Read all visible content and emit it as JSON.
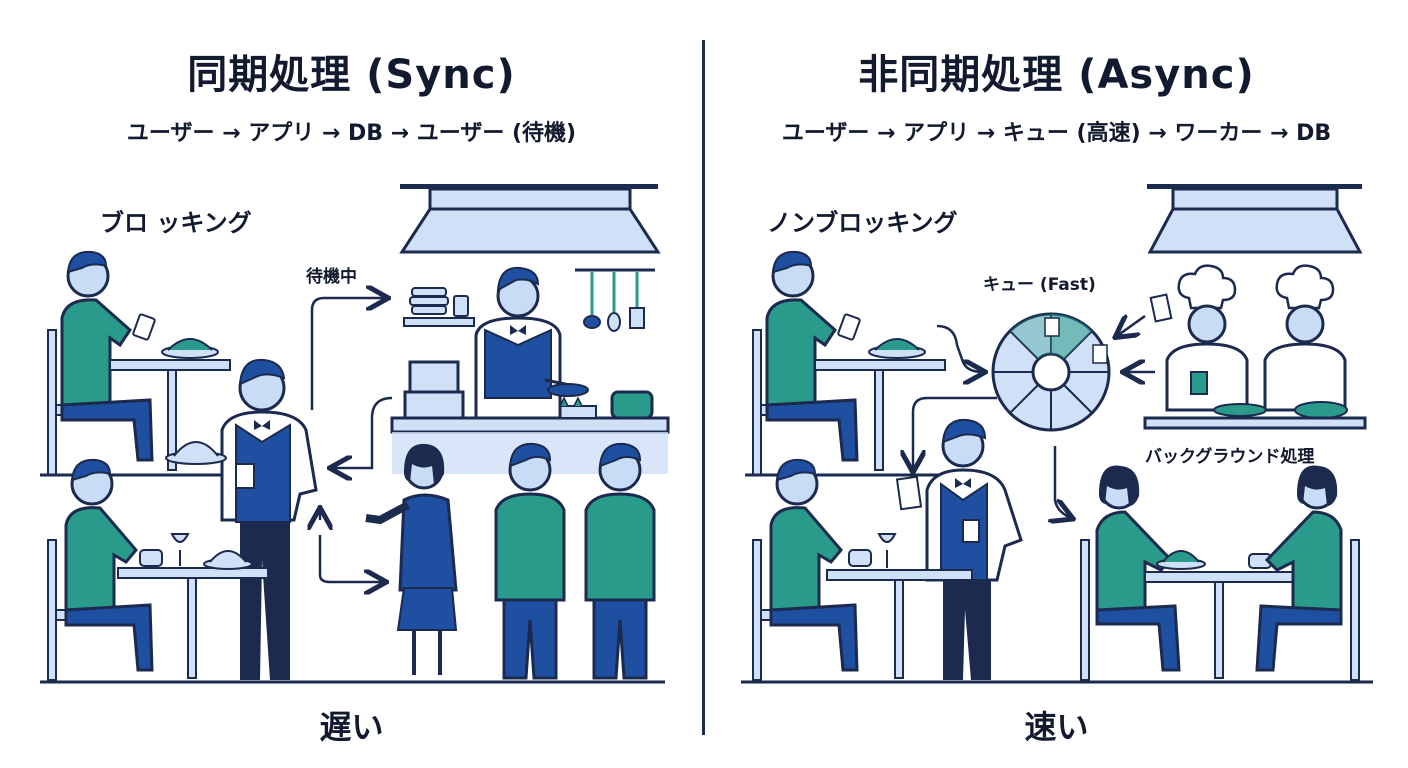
{
  "sync": {
    "title": "同期処理 (Sync)",
    "flow": "ユーザー → アプリ → DB → ユーザー (待機)",
    "mode": "ブロ ッキング",
    "waiting": "待機中",
    "speed": "遅い"
  },
  "async": {
    "title": "非同期処理 (Async)",
    "flow": "ユーザー → アプリ → キュー (高速) → ワーカー → DB",
    "mode": "ノンブロッキング",
    "queue": "キュー (Fast)",
    "background": "バックグラウンド処理",
    "speed": "速い"
  },
  "colors": {
    "navy": "#1b2a4e",
    "blue": "#1f4fa0",
    "teal": "#2a9a8a",
    "light_blue": "#cfe0f7",
    "skin": "#c9dcf5"
  }
}
